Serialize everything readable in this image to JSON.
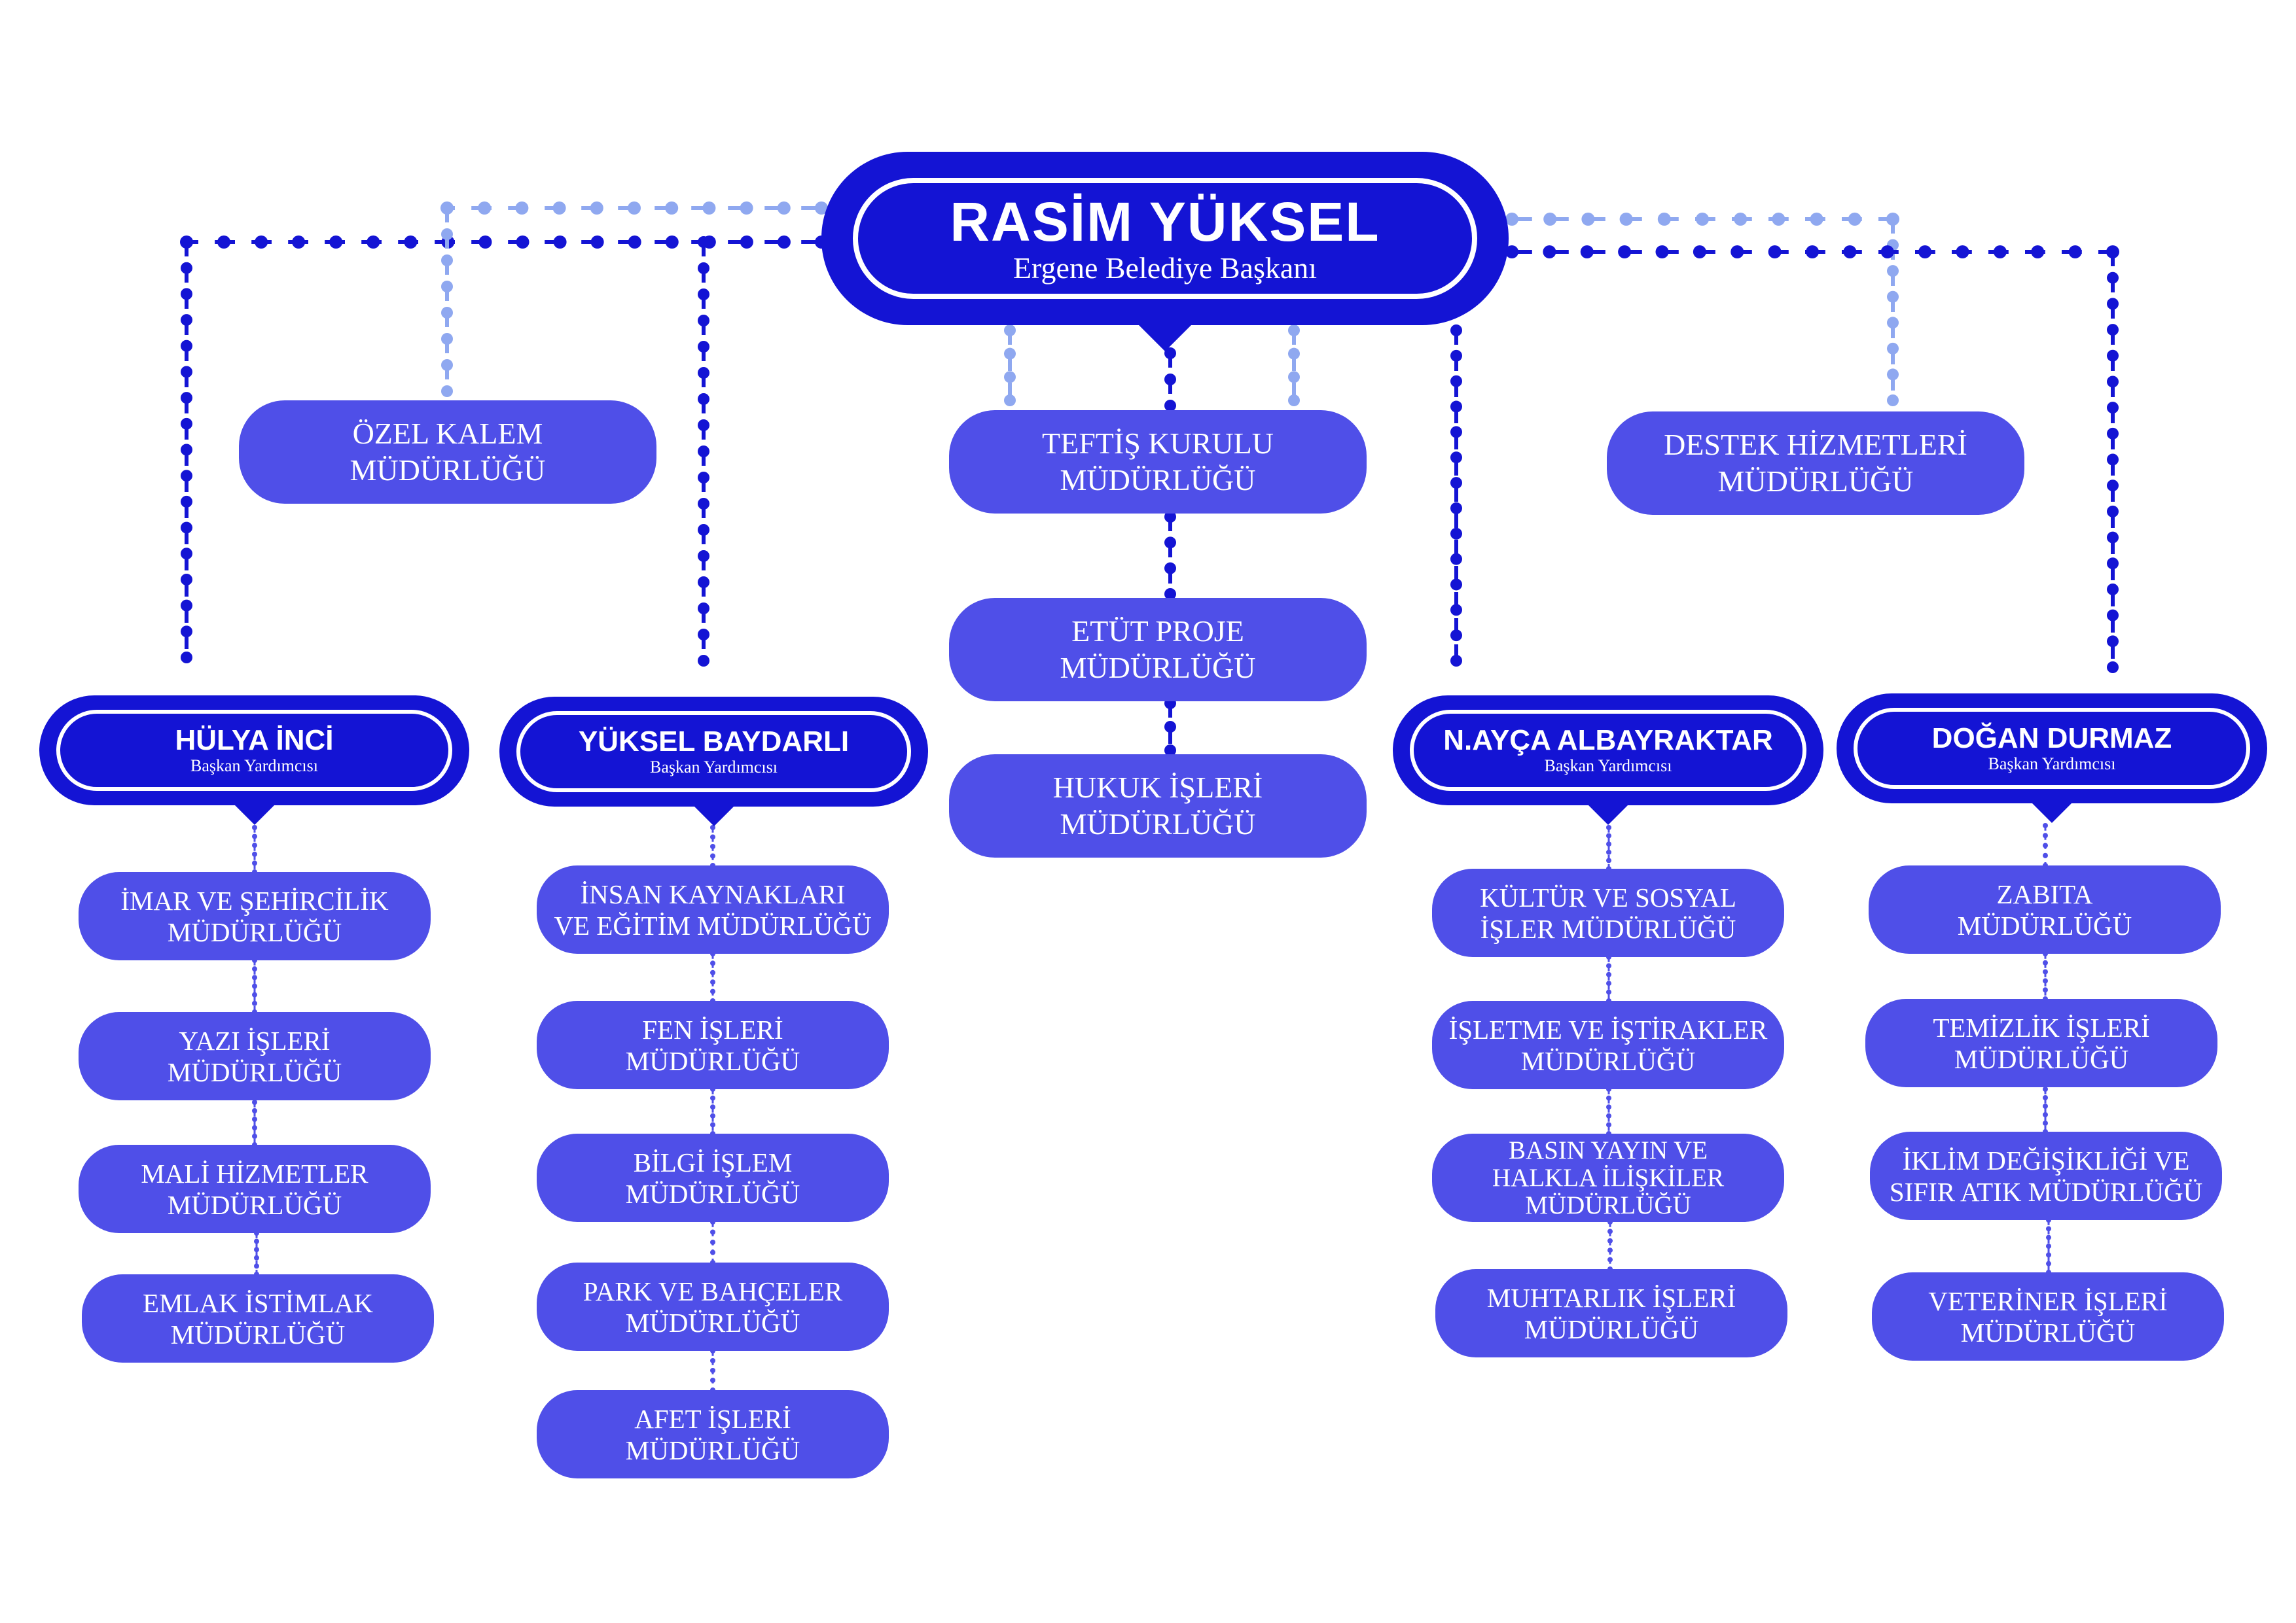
{
  "mayor": {
    "name": "RASİM YÜKSEL",
    "title": "Ergene Belediye Başkanı"
  },
  "direct_units": [
    {
      "line1": "ÖZEL KALEM",
      "line2": "MÜDÜRLÜĞÜ"
    },
    {
      "line1": "TEFTİŞ KURULU",
      "line2": "MÜDÜRLÜĞÜ"
    },
    {
      "line1": "DESTEK HİZMETLERİ",
      "line2": "MÜDÜRLÜĞÜ"
    },
    {
      "line1": "ETÜT PROJE",
      "line2": "MÜDÜRLÜĞÜ"
    },
    {
      "line1": "HUKUK İŞLERİ",
      "line2": "MÜDÜRLÜĞÜ"
    }
  ],
  "deputies": [
    {
      "name": "HÜLYA İNCİ",
      "role": "Başkan Yardımcısı",
      "units": [
        {
          "line1": "İMAR VE ŞEHİRCİLİK",
          "line2": "MÜDÜRLÜĞÜ"
        },
        {
          "line1": "YAZI İŞLERİ",
          "line2": "MÜDÜRLÜĞÜ"
        },
        {
          "line1": "MALİ HİZMETLER",
          "line2": "MÜDÜRLÜĞÜ"
        },
        {
          "line1": "EMLAK İSTİMLAK",
          "line2": "MÜDÜRLÜĞÜ"
        }
      ]
    },
    {
      "name": "YÜKSEL BAYDARLI",
      "role": "Başkan Yardımcısı",
      "units": [
        {
          "line1": "İNSAN KAYNAKLARI",
          "line2": "VE EĞİTİM MÜDÜRLÜĞÜ"
        },
        {
          "line1": "FEN İŞLERİ",
          "line2": "MÜDÜRLÜĞÜ"
        },
        {
          "line1": "BİLGİ İŞLEM",
          "line2": "MÜDÜRLÜĞÜ"
        },
        {
          "line1": "PARK VE BAHÇELER",
          "line2": "MÜDÜRLÜĞÜ"
        },
        {
          "line1": "AFET İŞLERİ",
          "line2": "MÜDÜRLÜĞÜ"
        }
      ]
    },
    {
      "name": "N.AYÇA ALBAYRAKTAR",
      "role": "Başkan Yardımcısı",
      "units": [
        {
          "line1": "KÜLTÜR VE SOSYAL",
          "line2": "İŞLER MÜDÜRLÜĞÜ"
        },
        {
          "line1": "İŞLETME VE İŞTİRAKLER",
          "line2": "MÜDÜRLÜĞÜ"
        },
        {
          "line1": "BASIN YAYIN VE",
          "line2": "HALKLA İLİŞKİLER",
          "line3": "MÜDÜRLÜĞÜ"
        },
        {
          "line1": "MUHTARLIK İŞLERİ",
          "line2": "MÜDÜRLÜĞÜ"
        }
      ]
    },
    {
      "name": "DOĞAN DURMAZ",
      "role": "Başkan Yardımcısı",
      "units": [
        {
          "line1": "ZABITA",
          "line2": "MÜDÜRLÜĞÜ"
        },
        {
          "line1": "TEMİZLİK İŞLERİ",
          "line2": "MÜDÜRLÜĞÜ"
        },
        {
          "line1": "İKLİM DEĞİŞİKLİĞİ VE",
          "line2": "SIFIR ATIK MÜDÜRLÜĞÜ"
        },
        {
          "line1": "VETERİNER İŞLERİ",
          "line2": "MÜDÜRLÜĞÜ"
        }
      ]
    }
  ],
  "colors": {
    "lead": "#1414d4",
    "unit": "#4f4fe8",
    "light_line": "#8fa8f0"
  }
}
